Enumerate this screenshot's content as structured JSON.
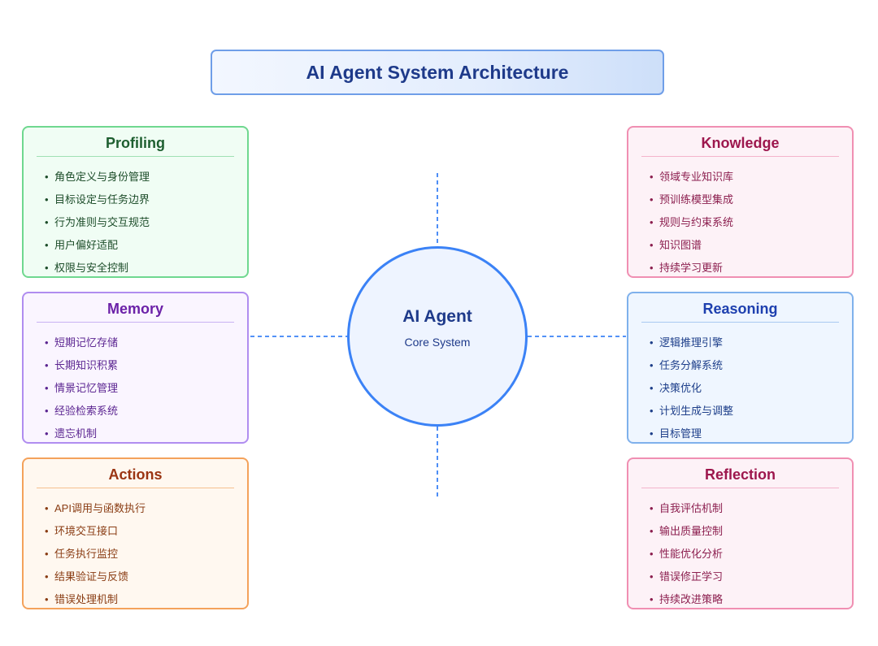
{
  "title": "AI Agent System Architecture",
  "core": {
    "title": "AI Agent",
    "subtitle": "Core System"
  },
  "modules": {
    "profiling": {
      "title": "Profiling",
      "items": [
        "角色定义与身份管理",
        "目标设定与任务边界",
        "行为准则与交互规范",
        "用户偏好适配",
        "权限与安全控制"
      ]
    },
    "memory": {
      "title": "Memory",
      "items": [
        "短期记忆存储",
        "长期知识积累",
        "情景记忆管理",
        "经验检索系统",
        "遗忘机制"
      ]
    },
    "actions": {
      "title": "Actions",
      "items": [
        "API调用与函数执行",
        "环境交互接口",
        "任务执行监控",
        "结果验证与反馈",
        "错误处理机制"
      ]
    },
    "knowledge": {
      "title": "Knowledge",
      "items": [
        "领域专业知识库",
        "预训练模型集成",
        "规则与约束系统",
        "知识图谱",
        "持续学习更新"
      ]
    },
    "reasoning": {
      "title": "Reasoning",
      "items": [
        "逻辑推理引擎",
        "任务分解系统",
        "决策优化",
        "计划生成与调整",
        "目标管理"
      ]
    },
    "reflection": {
      "title": "Reflection",
      "items": [
        "自我评估机制",
        "输出质量控制",
        "性能优化分析",
        "错误修正学习",
        "持续改进策略"
      ]
    }
  },
  "bullet": "•",
  "colors": {
    "core_border": "#3b82f6",
    "title_text": "#1e3a8a",
    "connector": "#3b82f6"
  }
}
